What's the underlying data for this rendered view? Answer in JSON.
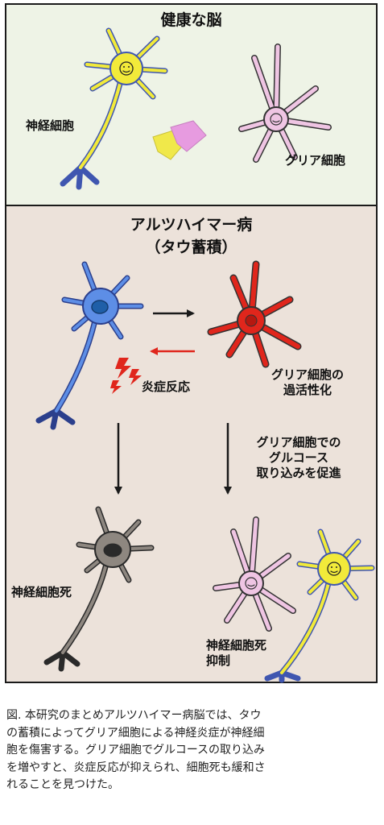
{
  "healthy": {
    "title": "健康な脳",
    "neuron_label": "神経細胞",
    "glia_label": "グリア細胞"
  },
  "alzheimer": {
    "title_line1": "アルツハイマー病",
    "title_line2": "（タウ蓄積）",
    "inflammation_label": "炎症反応",
    "glia_activation_line1": "グリア細胞の",
    "glia_activation_line2": "過活性化",
    "glucose_line1": "グリア細胞での",
    "glucose_line2": "グルコース",
    "glucose_line3": "取り込みを促進",
    "neuron_death_label": "神経細胞死",
    "suppression_line1": "神経細胞死",
    "suppression_line2": "抑制"
  },
  "caption": {
    "line1": "図. 本研究のまとめアルツハイマー病脳では、タウ",
    "line2": "の蓄積によってグリア細胞による神経炎症が神経細",
    "line3": "胞を傷害する。グリア細胞でグルコースの取り込み",
    "line4": "を増やすと、炎症反応が抑えられ、細胞死も緩和さ",
    "line5": "れることを見つけた。"
  },
  "colors": {
    "healthy_bg": "#eef3e6",
    "ad_bg": "#ece2da",
    "healthy_neuron": "#f2ea3a",
    "healthy_glia": "#efc5e3",
    "tau_neuron": "#5d8ee6",
    "active_glia": "#e0261c",
    "dead_neuron": "#8e8780",
    "inflammation_arrow": "#e0261c"
  }
}
